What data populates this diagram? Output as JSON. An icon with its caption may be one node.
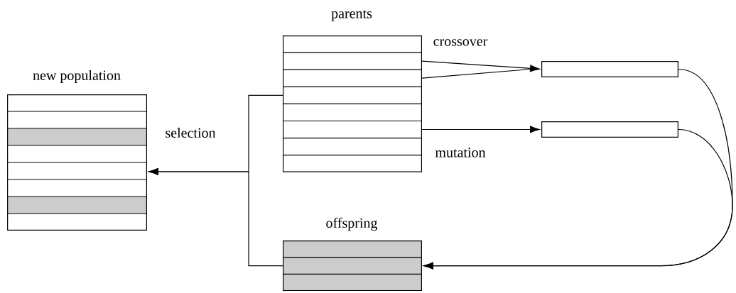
{
  "diagram": {
    "nodes": [
      {
        "text": [
          "new population"
        ]
      },
      {
        "text": [
          "parents"
        ]
      },
      {
        "text": [],
        "shape": "box"
      },
      {
        "text": [],
        "shape": "box"
      },
      {
        "text": [
          "offspring"
        ]
      }
    ],
    "edges": [
      {
        "from": 1,
        "to": 2,
        "arrow": "to",
        "label": "crossover"
      },
      {
        "from": 1,
        "to": 3,
        "arrow": "to",
        "label": "mutation"
      },
      {
        "from": 2,
        "to": 4,
        "arrow": "to"
      },
      {
        "from": 3,
        "to": 4,
        "arrow": "to"
      },
      {
        "from": 1,
        "to": 0,
        "arrow": "to",
        "label": "selection"
      },
      {
        "from": 4,
        "to": 0,
        "arrow": "to"
      }
    ]
  }
}
